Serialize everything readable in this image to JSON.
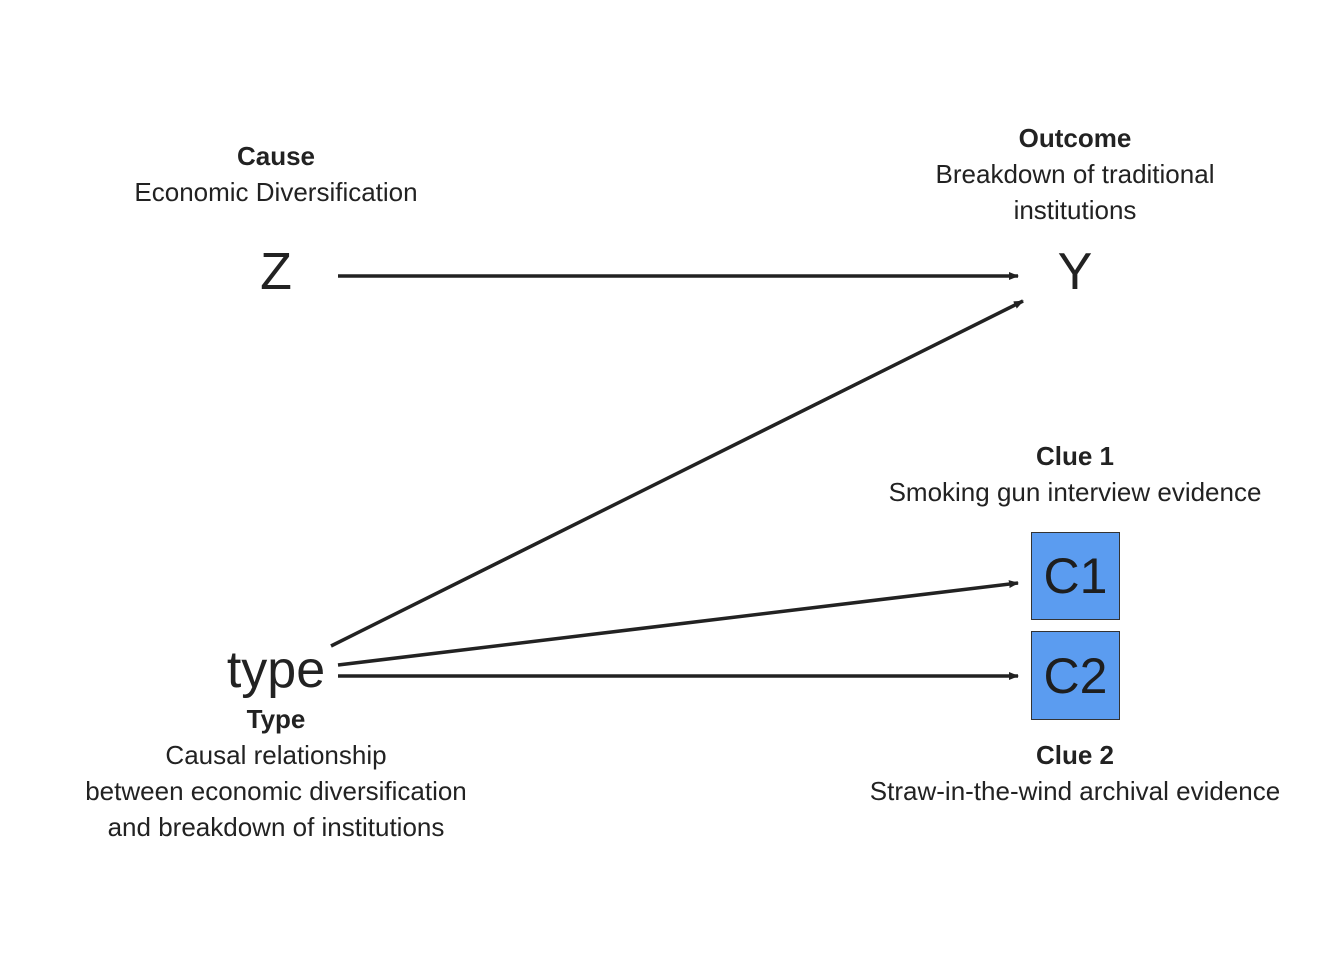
{
  "nodes": {
    "z": {
      "symbol": "Z",
      "title": "Cause",
      "desc": [
        "Economic Diversification"
      ]
    },
    "y": {
      "symbol": "Y",
      "title": "Outcome",
      "desc": [
        "Breakdown of traditional",
        "institutions"
      ]
    },
    "type": {
      "symbol": "type",
      "title": "Type",
      "desc": [
        "Causal relationship",
        "between economic diversification",
        "and breakdown of institutions"
      ]
    },
    "c1": {
      "symbol": "C1",
      "title": "Clue 1",
      "desc": [
        "Smoking gun interview evidence"
      ]
    },
    "c2": {
      "symbol": "C2",
      "title": "Clue 2",
      "desc": [
        "Straw-in-the-wind archival evidence"
      ]
    }
  },
  "edges": [
    {
      "from": "Z",
      "to": "Y"
    },
    {
      "from": "type",
      "to": "Y"
    },
    {
      "from": "type",
      "to": "C1"
    },
    {
      "from": "type",
      "to": "C2"
    }
  ],
  "colors": {
    "clue_fill": "#5b9cf0",
    "edge": "#222222",
    "text": "#222222"
  }
}
